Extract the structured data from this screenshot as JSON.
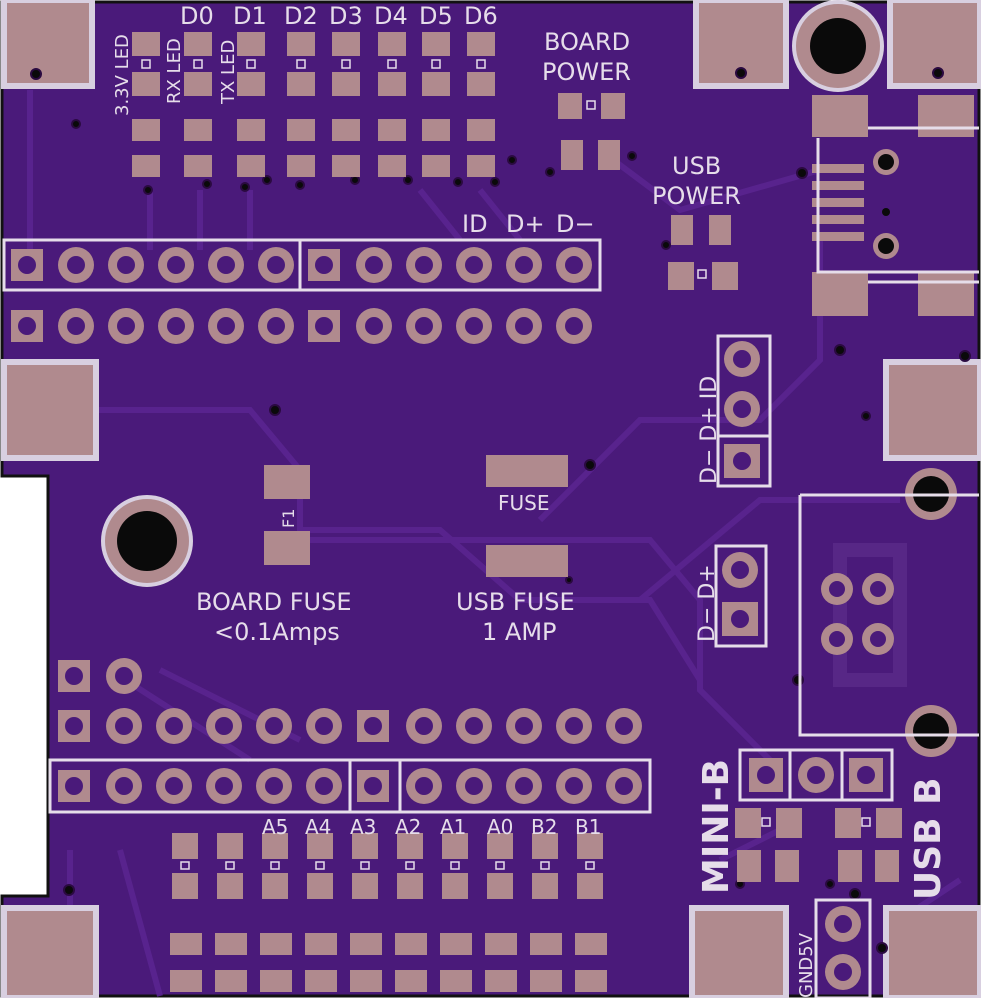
{
  "board": {
    "colors": {
      "substrate": "#4a1a7a",
      "pad": "#b08a8e",
      "silkscreen": "#e6ddea",
      "hole": "#0a0a0a",
      "trace": "#5a2590"
    }
  },
  "labels": {
    "d0": "D0",
    "d1": "D1",
    "d2": "D2",
    "d3": "D3",
    "d4": "D4",
    "d5": "D5",
    "d6": "D6",
    "led_3v3": "3.3V LED",
    "led_rx": "RX LED",
    "led_tx": "TX LED",
    "board_power_1": "BOARD",
    "board_power_2": "POWER",
    "usb_power_1": "USB",
    "usb_power_2": "POWER",
    "id": "ID",
    "dplus": "D+",
    "dminus": "D−",
    "usb_header_vert": "D− D+ ID",
    "minib_header_vert": "D− D+",
    "fuse": "FUSE",
    "f1": "F1",
    "board_fuse_1": "BOARD FUSE",
    "board_fuse_2": "<0.1Amps",
    "usb_fuse_1": "USB FUSE",
    "usb_fuse_2": "1 AMP",
    "a5": "A5",
    "a4": "A4",
    "a3": "A3",
    "a2": "A2",
    "a1": "A1",
    "a0": "A0",
    "b2": "B2",
    "b1": "B1",
    "mini_b": "MINI-B",
    "usb_b": "USB B",
    "gnd5v": "GND5V"
  }
}
